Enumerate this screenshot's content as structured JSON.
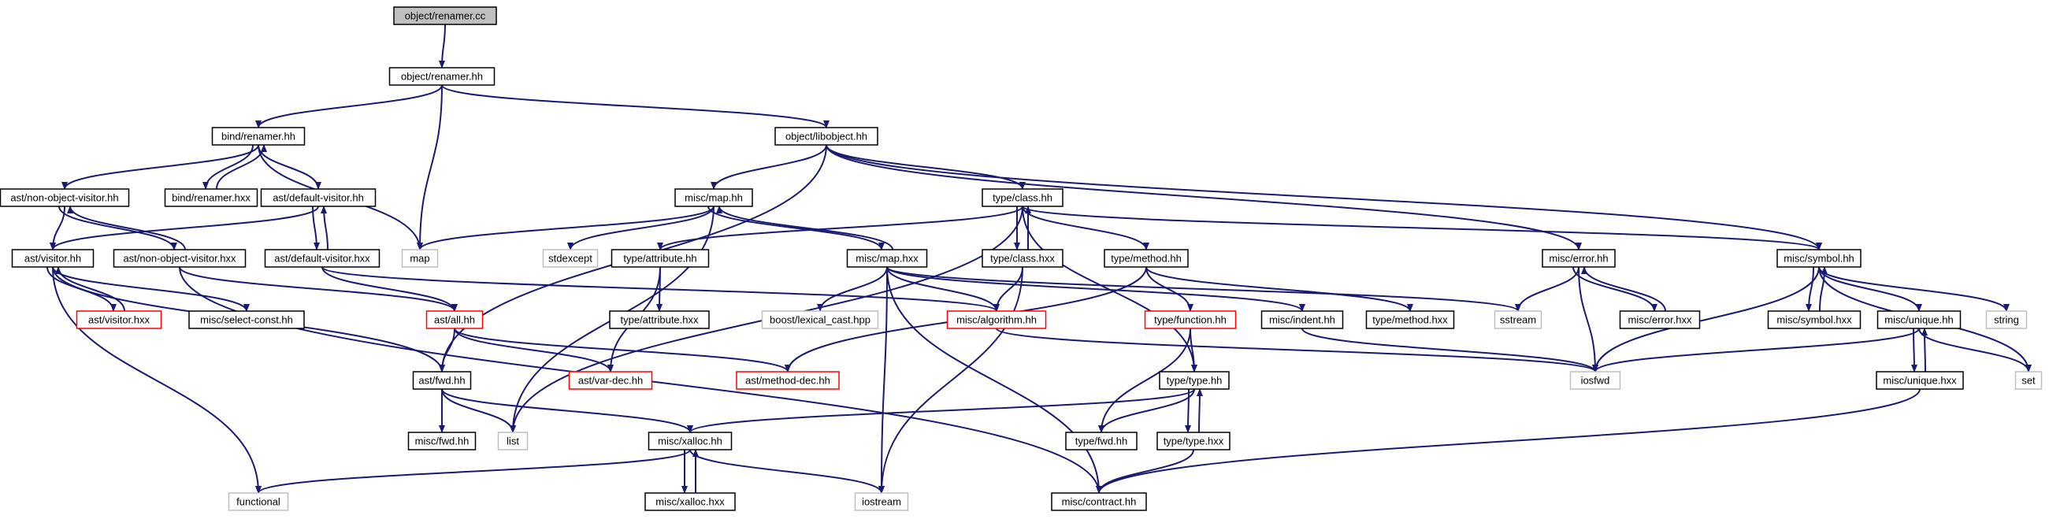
{
  "graph": {
    "colors": {
      "edge": "#191970",
      "node_fill": "#ffffff",
      "focus_fill": "#bfbfbf",
      "normal_border": "#000000",
      "incomplete_border": "#ff0000",
      "external_border": "#bfbfbf",
      "text": "#000000"
    },
    "nodes": [
      {
        "id": "n_renamer_cc",
        "label": "object/renamer.cc",
        "kind": "focus"
      },
      {
        "id": "n_renamer_hh",
        "label": "object/renamer.hh",
        "kind": "normal"
      },
      {
        "id": "n_bind_renamer_hh",
        "label": "bind/renamer.hh",
        "kind": "normal"
      },
      {
        "id": "n_libobject",
        "label": "object/libobject.hh",
        "kind": "normal"
      },
      {
        "id": "n_nonobj_vis_hh",
        "label": "ast/non-object-visitor.hh",
        "kind": "normal"
      },
      {
        "id": "n_bind_renamer_hxx",
        "label": "bind/renamer.hxx",
        "kind": "normal"
      },
      {
        "id": "n_default_vis_hh",
        "label": "ast/default-visitor.hh",
        "kind": "normal"
      },
      {
        "id": "n_misc_map_hh",
        "label": "misc/map.hh",
        "kind": "normal"
      },
      {
        "id": "n_type_class_hh",
        "label": "type/class.hh",
        "kind": "normal"
      },
      {
        "id": "n_map",
        "label": "map",
        "kind": "external"
      },
      {
        "id": "n_visitor_hh",
        "label": "ast/visitor.hh",
        "kind": "normal"
      },
      {
        "id": "n_nonobj_vis_hxx",
        "label": "ast/non-object-visitor.hxx",
        "kind": "normal"
      },
      {
        "id": "n_default_vis_hxx",
        "label": "ast/default-visitor.hxx",
        "kind": "normal"
      },
      {
        "id": "n_stdexcept",
        "label": "stdexcept",
        "kind": "external"
      },
      {
        "id": "n_type_attribute_hh",
        "label": "type/attribute.hh",
        "kind": "normal"
      },
      {
        "id": "n_misc_map_hxx",
        "label": "misc/map.hxx",
        "kind": "normal"
      },
      {
        "id": "n_type_class_hxx",
        "label": "type/class.hxx",
        "kind": "normal"
      },
      {
        "id": "n_type_method_hh",
        "label": "type/method.hh",
        "kind": "normal"
      },
      {
        "id": "n_misc_error_hh",
        "label": "misc/error.hh",
        "kind": "normal"
      },
      {
        "id": "n_misc_symbol_hh",
        "label": "misc/symbol.hh",
        "kind": "normal"
      },
      {
        "id": "n_visitor_hxx",
        "label": "ast/visitor.hxx",
        "kind": "incomplete"
      },
      {
        "id": "n_select_const",
        "label": "misc/select-const.hh",
        "kind": "normal"
      },
      {
        "id": "n_ast_all_hh",
        "label": "ast/all.hh",
        "kind": "incomplete"
      },
      {
        "id": "n_type_attribute_hxx",
        "label": "type/attribute.hxx",
        "kind": "normal"
      },
      {
        "id": "n_boost_lexical",
        "label": "boost/lexical_cast.hpp",
        "kind": "external"
      },
      {
        "id": "n_misc_algorithm",
        "label": "misc/algorithm.hh",
        "kind": "incomplete"
      },
      {
        "id": "n_type_function_hh",
        "label": "type/function.hh",
        "kind": "incomplete"
      },
      {
        "id": "n_misc_indent_hh",
        "label": "misc/indent.hh",
        "kind": "normal"
      },
      {
        "id": "n_type_method_hxx",
        "label": "type/method.hxx",
        "kind": "normal"
      },
      {
        "id": "n_sstream",
        "label": "sstream",
        "kind": "external"
      },
      {
        "id": "n_misc_error_hxx",
        "label": "misc/error.hxx",
        "kind": "normal"
      },
      {
        "id": "n_misc_symbol_hxx",
        "label": "misc/symbol.hxx",
        "kind": "normal"
      },
      {
        "id": "n_misc_unique_hh",
        "label": "misc/unique.hh",
        "kind": "normal"
      },
      {
        "id": "n_string",
        "label": "string",
        "kind": "external"
      },
      {
        "id": "n_ast_fwd_hh",
        "label": "ast/fwd.hh",
        "kind": "normal"
      },
      {
        "id": "n_var_dec_hh",
        "label": "ast/var-dec.hh",
        "kind": "incomplete"
      },
      {
        "id": "n_method_dec_hh",
        "label": "ast/method-dec.hh",
        "kind": "incomplete"
      },
      {
        "id": "n_type_type_hh",
        "label": "type/type.hh",
        "kind": "normal"
      },
      {
        "id": "n_iosfwd",
        "label": "iosfwd",
        "kind": "external"
      },
      {
        "id": "n_misc_unique_hxx",
        "label": "misc/unique.hxx",
        "kind": "normal"
      },
      {
        "id": "n_set",
        "label": "set",
        "kind": "external"
      },
      {
        "id": "n_misc_fwd_hh",
        "label": "misc/fwd.hh",
        "kind": "normal"
      },
      {
        "id": "n_list",
        "label": "list",
        "kind": "external"
      },
      {
        "id": "n_misc_xalloc_hh",
        "label": "misc/xalloc.hh",
        "kind": "normal"
      },
      {
        "id": "n_type_fwd_hh",
        "label": "type/fwd.hh",
        "kind": "normal"
      },
      {
        "id": "n_type_type_hxx",
        "label": "type/type.hxx",
        "kind": "normal"
      },
      {
        "id": "n_functional",
        "label": "functional",
        "kind": "external"
      },
      {
        "id": "n_misc_xalloc_hxx",
        "label": "misc/xalloc.hxx",
        "kind": "normal"
      },
      {
        "id": "n_iostream",
        "label": "iostream",
        "kind": "external"
      },
      {
        "id": "n_misc_contract_hh",
        "label": "misc/contract.hh",
        "kind": "normal"
      }
    ],
    "edges": [
      [
        "n_renamer_cc",
        "n_renamer_hh"
      ],
      [
        "n_renamer_hh",
        "n_bind_renamer_hh"
      ],
      [
        "n_renamer_hh",
        "n_libobject"
      ],
      [
        "n_renamer_hh",
        "n_map"
      ],
      [
        "n_bind_renamer_hh",
        "n_nonobj_vis_hh"
      ],
      [
        "n_bind_renamer_hh",
        "n_bind_renamer_hxx"
      ],
      [
        "n_bind_renamer_hxx",
        "n_bind_renamer_hh"
      ],
      [
        "n_bind_renamer_hh",
        "n_default_vis_hh"
      ],
      [
        "n_bind_renamer_hh",
        "n_map"
      ],
      [
        "n_libobject",
        "n_misc_map_hh"
      ],
      [
        "n_libobject",
        "n_type_class_hh"
      ],
      [
        "n_libobject",
        "n_misc_error_hh"
      ],
      [
        "n_libobject",
        "n_misc_symbol_hh"
      ],
      [
        "n_libobject",
        "n_ast_fwd_hh"
      ],
      [
        "n_nonobj_vis_hh",
        "n_visitor_hh"
      ],
      [
        "n_nonobj_vis_hh",
        "n_nonobj_vis_hxx"
      ],
      [
        "n_nonobj_vis_hxx",
        "n_nonobj_vis_hh"
      ],
      [
        "n_default_vis_hh",
        "n_visitor_hh"
      ],
      [
        "n_default_vis_hh",
        "n_default_vis_hxx"
      ],
      [
        "n_default_vis_hxx",
        "n_default_vis_hh"
      ],
      [
        "n_default_vis_hxx",
        "n_ast_all_hh"
      ],
      [
        "n_default_vis_hxx",
        "n_misc_algorithm"
      ],
      [
        "n_nonobj_vis_hxx",
        "n_ast_all_hh"
      ],
      [
        "n_nonobj_vis_hxx",
        "n_misc_contract_hh"
      ],
      [
        "n_visitor_hh",
        "n_visitor_hxx"
      ],
      [
        "n_visitor_hxx",
        "n_visitor_hh"
      ],
      [
        "n_visitor_hh",
        "n_select_const"
      ],
      [
        "n_visitor_hh",
        "n_ast_fwd_hh"
      ],
      [
        "n_visitor_hh",
        "n_functional"
      ],
      [
        "n_misc_map_hh",
        "n_map"
      ],
      [
        "n_misc_map_hh",
        "n_stdexcept"
      ],
      [
        "n_misc_map_hh",
        "n_misc_map_hxx"
      ],
      [
        "n_misc_map_hxx",
        "n_misc_map_hh"
      ],
      [
        "n_misc_map_hh",
        "n_list"
      ],
      [
        "n_type_class_hh",
        "n_type_attribute_hh"
      ],
      [
        "n_type_class_hh",
        "n_type_class_hxx"
      ],
      [
        "n_type_class_hxx",
        "n_type_class_hh"
      ],
      [
        "n_type_class_hh",
        "n_type_method_hh"
      ],
      [
        "n_type_class_hh",
        "n_misc_symbol_hh"
      ],
      [
        "n_type_class_hh",
        "n_type_type_hh"
      ],
      [
        "n_type_class_hh",
        "n_list"
      ],
      [
        "n_type_attribute_hh",
        "n_type_attribute_hxx"
      ],
      [
        "n_type_attribute_hh",
        "n_var_dec_hh"
      ],
      [
        "n_misc_map_hxx",
        "n_boost_lexical"
      ],
      [
        "n_misc_map_hxx",
        "n_misc_algorithm"
      ],
      [
        "n_misc_map_hxx",
        "n_misc_indent_hh"
      ],
      [
        "n_misc_map_hxx",
        "n_iostream"
      ],
      [
        "n_misc_map_hxx",
        "n_misc_contract_hh"
      ],
      [
        "n_misc_map_hxx",
        "n_sstream"
      ],
      [
        "n_type_class_hxx",
        "n_misc_algorithm"
      ],
      [
        "n_type_class_hxx",
        "n_iostream"
      ],
      [
        "n_type_method_hh",
        "n_type_function_hh"
      ],
      [
        "n_type_method_hh",
        "n_type_method_hxx"
      ],
      [
        "n_type_method_hh",
        "n_method_dec_hh"
      ],
      [
        "n_misc_error_hh",
        "n_sstream"
      ],
      [
        "n_misc_error_hh",
        "n_misc_error_hxx"
      ],
      [
        "n_misc_error_hxx",
        "n_misc_error_hh"
      ],
      [
        "n_misc_error_hh",
        "n_iosfwd"
      ],
      [
        "n_misc_symbol_hh",
        "n_misc_symbol_hxx"
      ],
      [
        "n_misc_symbol_hxx",
        "n_misc_symbol_hh"
      ],
      [
        "n_misc_symbol_hh",
        "n_misc_unique_hh"
      ],
      [
        "n_misc_symbol_hh",
        "n_string"
      ],
      [
        "n_misc_symbol_hh",
        "n_set"
      ],
      [
        "n_misc_symbol_hh",
        "n_iosfwd"
      ],
      [
        "n_ast_all_hh",
        "n_ast_fwd_hh"
      ],
      [
        "n_ast_all_hh",
        "n_var_dec_hh"
      ],
      [
        "n_ast_all_hh",
        "n_method_dec_hh"
      ],
      [
        "n_misc_algorithm",
        "n_iosfwd"
      ],
      [
        "n_type_function_hh",
        "n_type_type_hh"
      ],
      [
        "n_type_function_hh",
        "n_type_fwd_hh"
      ],
      [
        "n_misc_indent_hh",
        "n_iosfwd"
      ],
      [
        "n_misc_unique_hh",
        "n_misc_unique_hxx"
      ],
      [
        "n_misc_unique_hxx",
        "n_misc_unique_hh"
      ],
      [
        "n_misc_unique_hh",
        "n_set"
      ],
      [
        "n_misc_unique_hh",
        "n_iosfwd"
      ],
      [
        "n_misc_unique_hxx",
        "n_misc_contract_hh"
      ],
      [
        "n_ast_fwd_hh",
        "n_misc_fwd_hh"
      ],
      [
        "n_ast_fwd_hh",
        "n_list"
      ],
      [
        "n_ast_fwd_hh",
        "n_misc_xalloc_hh"
      ],
      [
        "n_type_type_hh",
        "n_type_fwd_hh"
      ],
      [
        "n_type_type_hh",
        "n_type_type_hxx"
      ],
      [
        "n_type_type_hxx",
        "n_type_type_hh"
      ],
      [
        "n_type_type_hh",
        "n_misc_xalloc_hh"
      ],
      [
        "n_type_type_hxx",
        "n_misc_contract_hh"
      ],
      [
        "n_misc_xalloc_hh",
        "n_functional"
      ],
      [
        "n_misc_xalloc_hh",
        "n_misc_xalloc_hxx"
      ],
      [
        "n_misc_xalloc_hxx",
        "n_misc_xalloc_hh"
      ],
      [
        "n_misc_xalloc_hh",
        "n_iostream"
      ]
    ]
  }
}
